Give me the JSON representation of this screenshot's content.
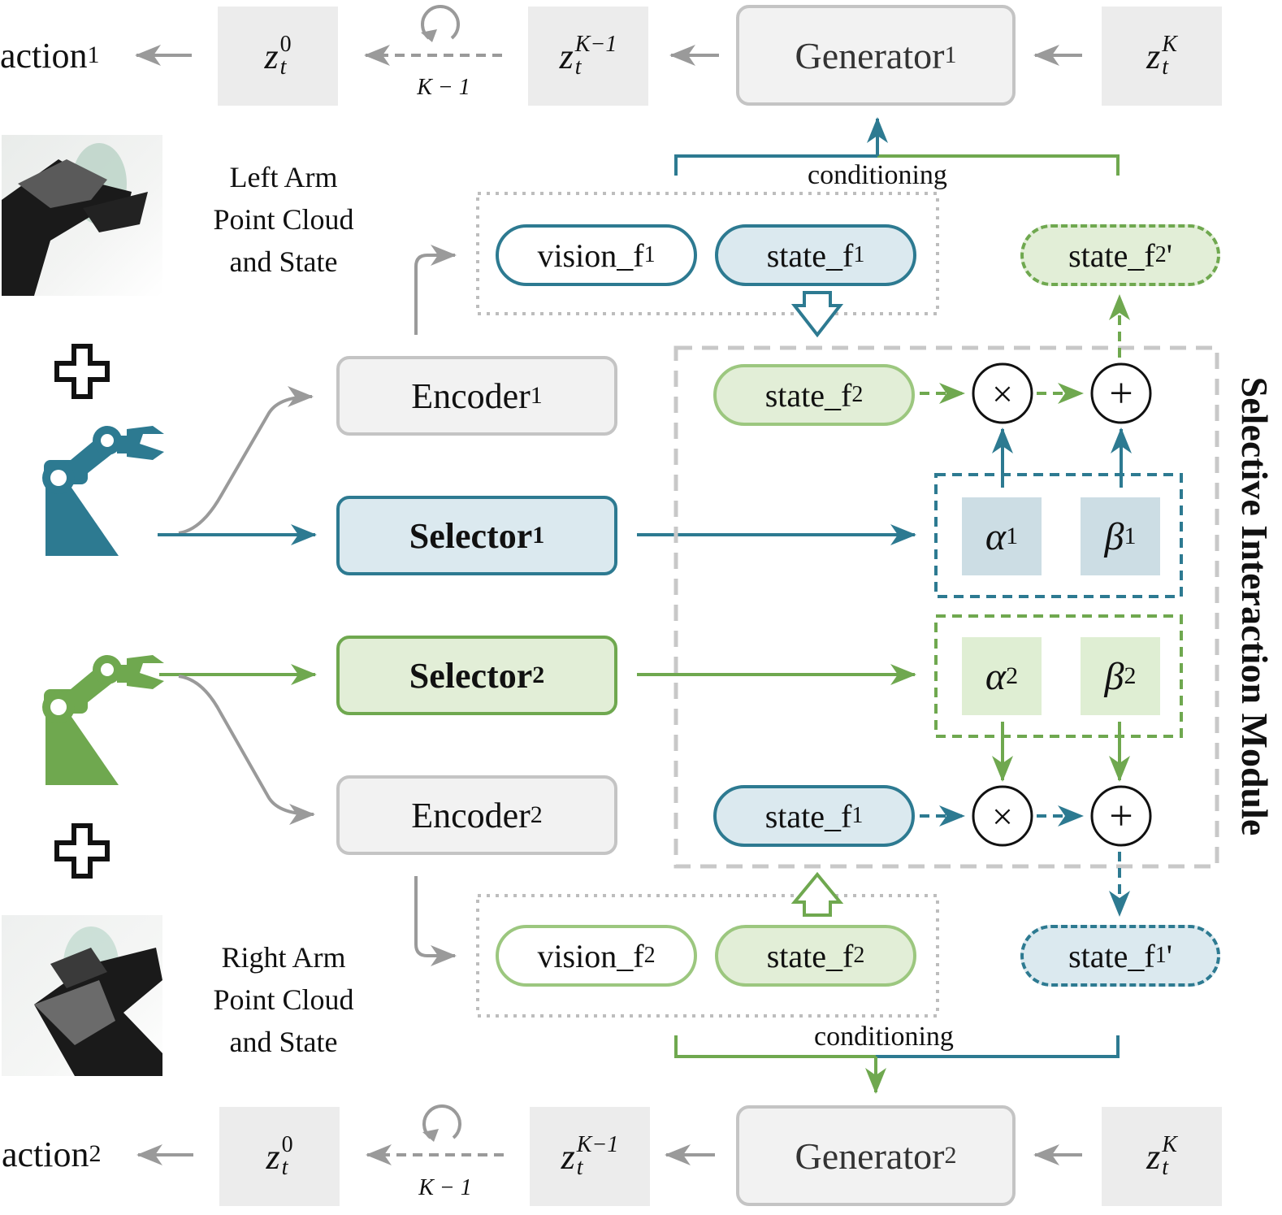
{
  "colors": {
    "teal": "#2d7a91",
    "teal_fill": "#dbe9ef",
    "green": "#6fa84f",
    "green_fill": "#e2eed7",
    "gray_arrow": "#9a9a9a",
    "box_gray": "#ececec",
    "coef_teal_fill": "#ccdde4",
    "coef_green_fill": "#dfeed3"
  },
  "top_row": {
    "action_base": "action",
    "action_sub": "1",
    "z0": {
      "base": "z",
      "sup": "0",
      "sub": "t"
    },
    "loop_label": "K − 1",
    "zK1": {
      "base": "z",
      "sup": "K−1",
      "sub": "t"
    },
    "generator_base": "Generator",
    "generator_sub": "1",
    "zK": {
      "base": "z",
      "sup": "K",
      "sub": "t"
    }
  },
  "bottom_row": {
    "action_base": "action",
    "action_sub": "2",
    "z0": {
      "base": "z",
      "sup": "0",
      "sub": "t"
    },
    "loop_label": "K − 1",
    "zK1": {
      "base": "z",
      "sup": "K−1",
      "sub": "t"
    },
    "generator_base": "Generator",
    "generator_sub": "2",
    "zK": {
      "base": "z",
      "sup": "K",
      "sub": "t"
    }
  },
  "left_arm_label": [
    "Left Arm",
    "Point Cloud",
    "and State"
  ],
  "right_arm_label": [
    "Right Arm",
    "Point Cloud",
    "and State"
  ],
  "conditioning_top": "conditioning",
  "conditioning_bottom": "conditioning",
  "encoder1": {
    "base": "Encoder",
    "sub": "1"
  },
  "encoder2": {
    "base": "Encoder",
    "sub": "2"
  },
  "selector1": {
    "base": "Selector",
    "sub": "1"
  },
  "selector2": {
    "base": "Selector",
    "sub": "2"
  },
  "top_features": {
    "vision": {
      "base": "vision_f",
      "sub": "1"
    },
    "state": {
      "base": "state_f",
      "sub": "1"
    },
    "updated": {
      "base": "state_f",
      "sub": "2",
      "prime": "'"
    }
  },
  "bottom_features": {
    "vision": {
      "base": "vision_f",
      "sub": "2"
    },
    "state": {
      "base": "state_f",
      "sub": "2"
    },
    "updated": {
      "base": "state_f",
      "sub": "1",
      "prime": "'"
    }
  },
  "module": {
    "title": "Selective Interaction Module",
    "row1_state": {
      "base": "state_f",
      "sub": "2"
    },
    "row2_state": {
      "base": "state_f",
      "sub": "1"
    },
    "alpha1": {
      "sym": "α",
      "sub": "1"
    },
    "beta1": {
      "sym": "β",
      "sub": "1"
    },
    "alpha2": {
      "sym": "α",
      "sub": "2"
    },
    "beta2": {
      "sym": "β",
      "sub": "2"
    },
    "times": "×",
    "plus": "+"
  },
  "icons": {
    "plus_top": "plus-icon",
    "plus_bottom": "plus-icon",
    "robot_teal": "robot-arm-icon",
    "robot_green": "robot-arm-icon",
    "point_cloud_left": "point-cloud-image",
    "point_cloud_right": "point-cloud-image"
  }
}
